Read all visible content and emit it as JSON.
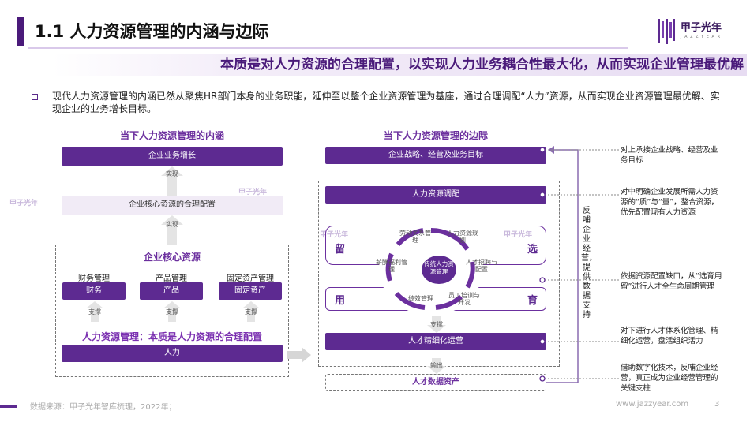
{
  "header": {
    "title": "1.1 人力资源管理的内涵与边际",
    "logo_text": "甲子光年",
    "logo_sub": "J A Z Z Y E A R",
    "subtitle": "本质是对人力资源的合理配置，以实现人力业务耦合性最大化，从而实现企业管理最优解"
  },
  "intro": "现代人力资源管理的内涵已然从聚焦HR部门本身的业务职能，延伸至以整个企业资源管理为基座，通过合理调配“人力”资源，从而实现企业资源管理最优解、实现企业的业务增长目标。",
  "left": {
    "title": "当下人力资源管理的内涵",
    "box1": "企业业务增长",
    "arrow1": "实现",
    "box2": "企业核心资源的合理配置",
    "arrow2": "实现",
    "core_title": "企业核心资源",
    "columns": [
      {
        "header": "财务管理",
        "box": "财务",
        "support": "支撑"
      },
      {
        "header": "产品管理",
        "box": "产品",
        "support": "支撑"
      },
      {
        "header": "固定资产管理",
        "box": "固定资产",
        "support": "支撑"
      }
    ],
    "hr_title": "人力资源管理：本质是人力资源的合理配置",
    "hr_box": "人力"
  },
  "right": {
    "title": "当下人力资源管理的边际",
    "top_box": "企业战略、经营及业务目标",
    "alloc_box": "人力资源调配",
    "quad": {
      "q1": "留",
      "q2": "选",
      "q3": "用",
      "q4": "育"
    },
    "center": "传统人力资源管理",
    "cycle": [
      "劳动关系管理",
      "人力资源规划",
      "人才招聘与配置",
      "员工培训与开发",
      "绩效管理",
      "薪酬福利管理"
    ],
    "arrow_support": "支撑",
    "fine_box": "人才精细化运营",
    "arrow_output": "输出",
    "data_box": "人才数据资产",
    "feedback": "反哺企业经营，提供数据支持"
  },
  "notes": [
    "对上承接企业战略、经营及业务目标",
    "对中明确企业发展所需人力资源的“质”与“量”，整合资源，优先配置现有人力资源",
    "依据资源配置缺口，从“选育用留”进行人才全生命周期管理",
    "对下进行人才体系化管理、精细化运营，盘活组织活力",
    "借助数字化技术，反哺企业经营，真正成为企业经营管理的关键支柱"
  ],
  "footer": {
    "source": "数据来源：甲子光年智库梳理，2022年；",
    "url": "www.jazzyear.com",
    "page": "3"
  },
  "colors": {
    "primary": "#5d2a91",
    "accent": "#6b2f9e",
    "light": "#f1ebf6"
  }
}
